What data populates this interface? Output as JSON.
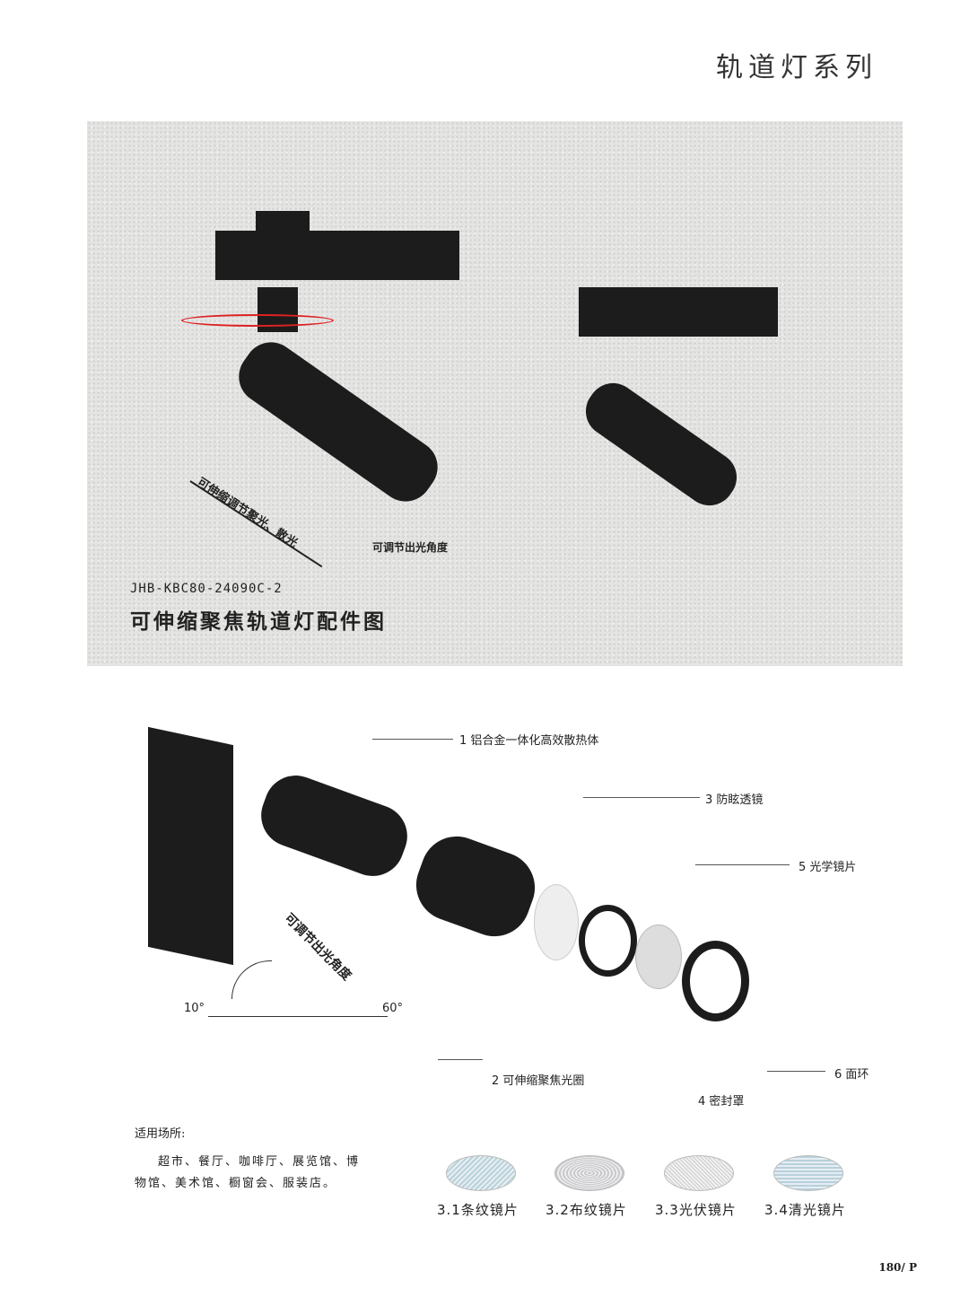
{
  "header": {
    "series_title": "轨道灯系列"
  },
  "photo": {
    "annotation_telescopic": "可伸缩调节聚光、散光",
    "annotation_angle": "可调节出光角度",
    "model": "JHB-KBC80-24090C-2",
    "title": "可伸缩聚焦轨道灯配件图"
  },
  "diagram": {
    "parts": [
      "1 铝合金一体化高效散热体",
      "2 可伸缩聚焦光圈",
      "3 防眩透镜",
      "4 密封罩",
      "5 光学镜片",
      "6 面环"
    ],
    "angle_label": "可调节出光角度",
    "angle_min": "10°",
    "angle_max": "60°"
  },
  "application": {
    "heading": "适用场所:",
    "text": "超市、餐厅、咖啡厅、展览馆、博物馆、美术馆、橱窗会、服装店。"
  },
  "lenses": [
    "3.1条纹镜片",
    "3.2布纹镜片",
    "3.3光伏镜片",
    "3.4清光镜片"
  ],
  "footer": {
    "page": "180/ P"
  }
}
